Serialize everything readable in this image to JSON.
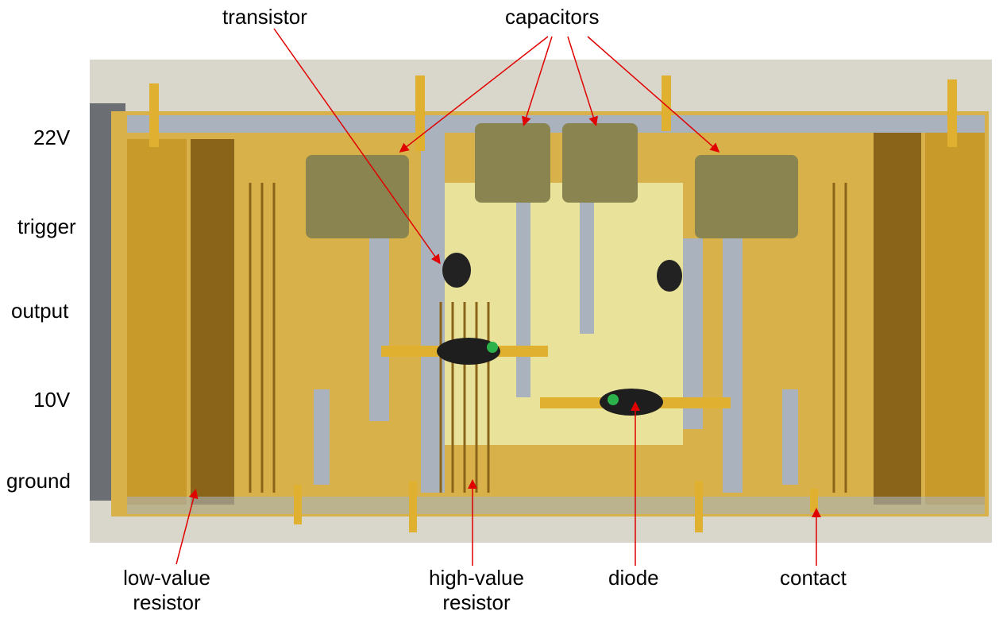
{
  "top_labels": {
    "transistor": "transistor",
    "capacitors": "capacitors"
  },
  "pin_labels": [
    "22V",
    "trigger",
    "output",
    "10V",
    "ground"
  ],
  "bottom_labels": {
    "low_value_resistor": [
      "low-value",
      "resistor"
    ],
    "high_value_resistor": [
      "high-value",
      "resistor"
    ],
    "diode": "diode",
    "contact": "contact"
  },
  "colors": {
    "arrow": "#e00000",
    "substrate": "#d9d6cc",
    "resistor_film": "#c79a2a",
    "dark_resistor": "#8a6418",
    "conductor": "#a9b2bd",
    "capacitor": "#8a8550",
    "gold": "#e0b030"
  }
}
